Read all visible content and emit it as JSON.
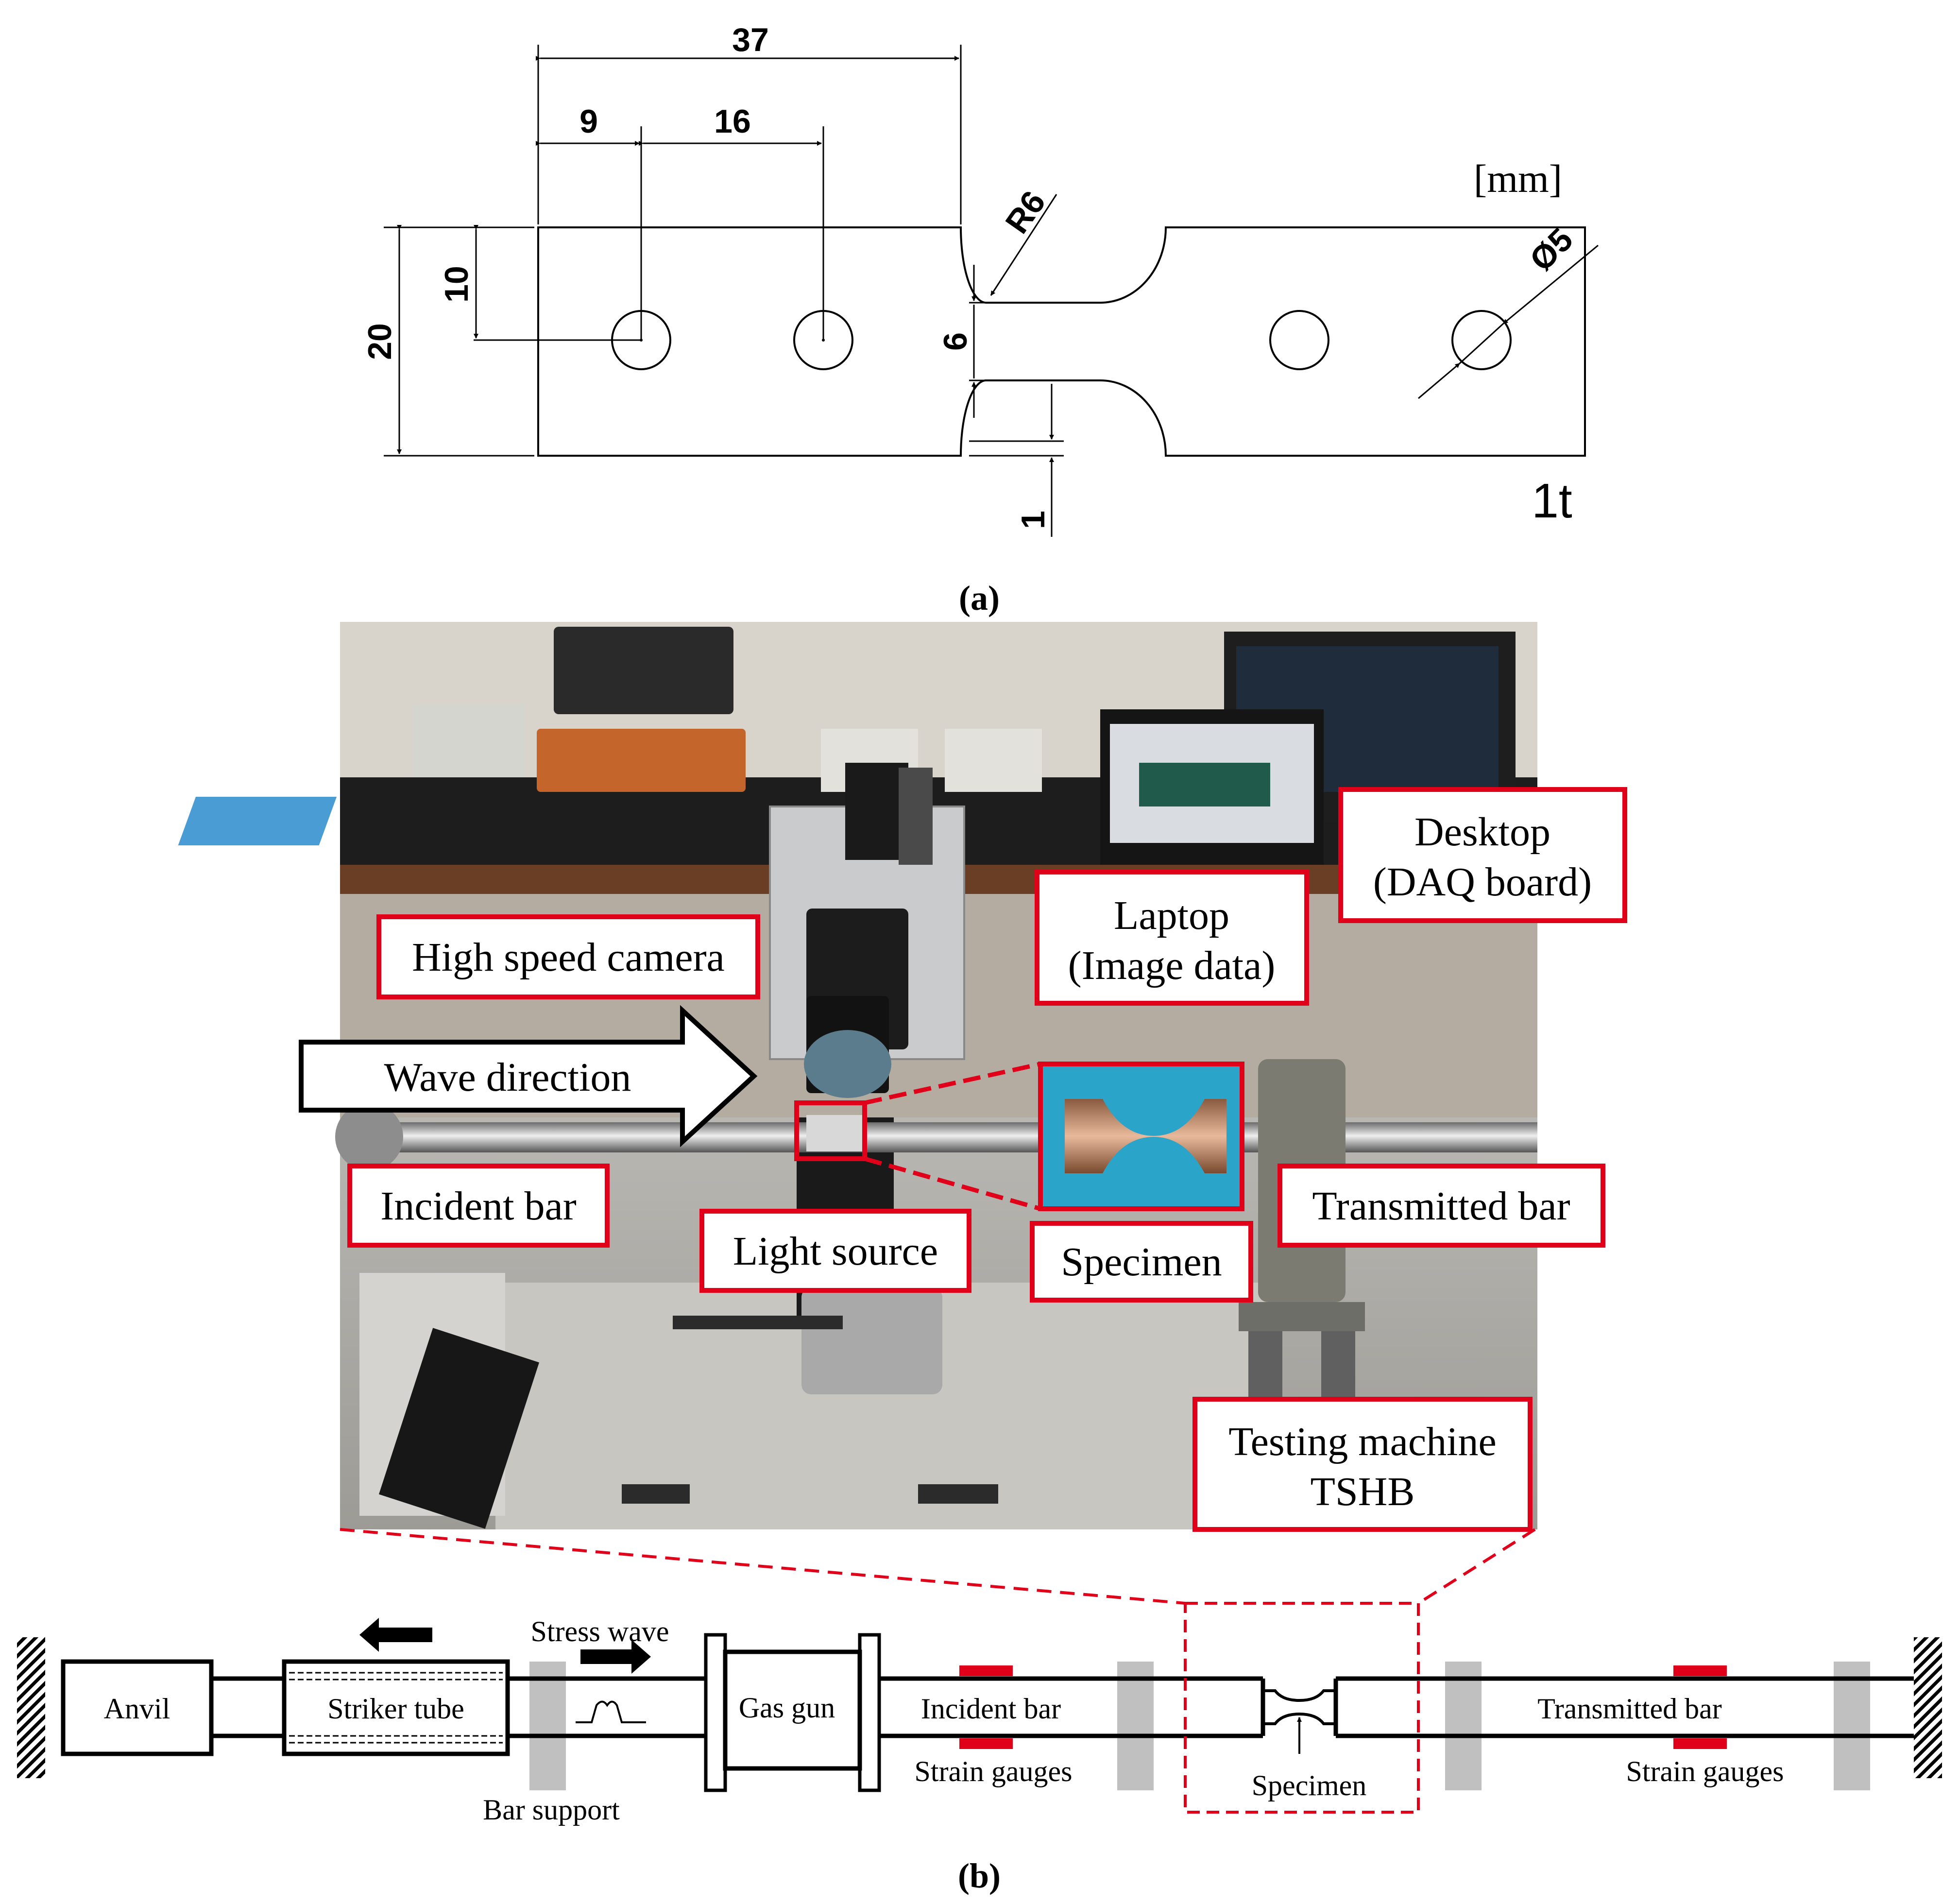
{
  "panel_a": {
    "dim_37": "37",
    "dim_9": "9",
    "dim_16": "16",
    "dim_20": "20",
    "dim_10": "10",
    "dim_r6": "R6",
    "dim_6": "6",
    "dim_1": "1",
    "dim_d5": "Ø5",
    "unit": "[mm]",
    "thickness": "1t",
    "caption": "(a)"
  },
  "panel_b": {
    "labels": {
      "high_speed_camera": "High speed camera",
      "wave_direction": "Wave direction",
      "laptop_line1": "Laptop",
      "laptop_line2": "(Image data)",
      "desktop_line1": "Desktop",
      "desktop_line2": "(DAQ board)",
      "incident_bar": "Incident bar",
      "light_source": "Light source",
      "specimen": "Specimen",
      "transmitted_bar": "Transmitted bar",
      "testing_line1": "Testing machine",
      "testing_line2": "TSHB"
    },
    "schematic": {
      "anvil": "Anvil",
      "striker_tube": "Striker tube",
      "stress_wave": "Stress wave",
      "gas_gun": "Gas gun",
      "incident_bar": "Incident bar",
      "strain_gauges_1": "Strain gauges",
      "bar_support": "Bar support",
      "specimen": "Specimen",
      "transmitted_bar": "Transmitted bar",
      "strain_gauges_2": "Strain gauges"
    },
    "caption": "(b)"
  },
  "colors": {
    "label_border": "#e0001a",
    "support_gray": "#c0c0c0",
    "gauge_red": "#e0001a"
  }
}
